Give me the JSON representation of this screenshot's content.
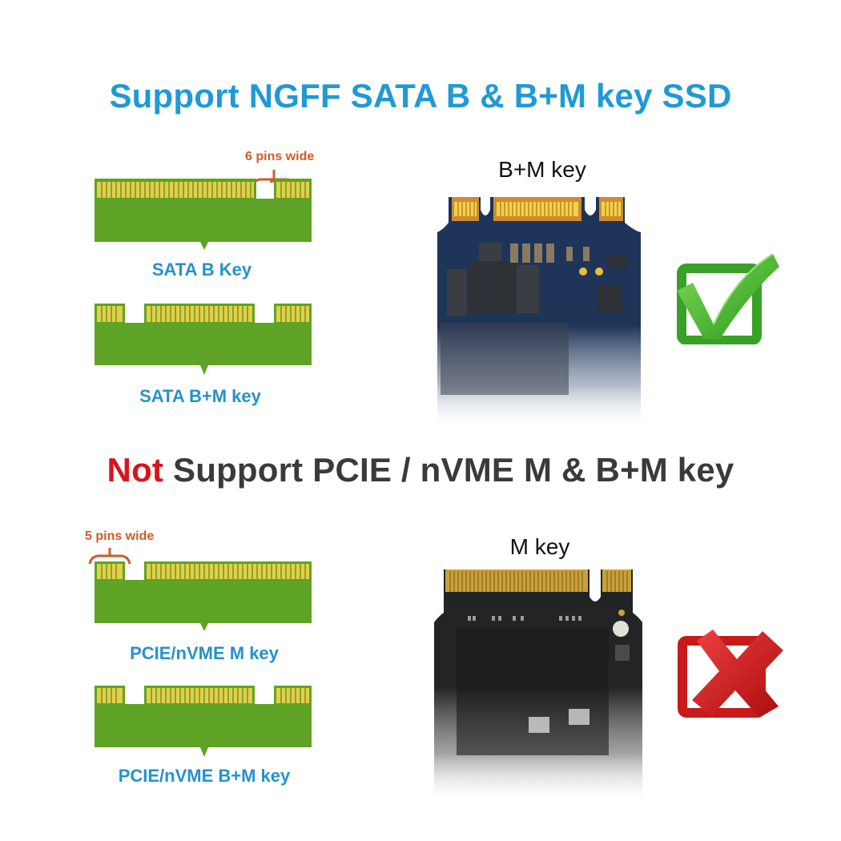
{
  "header": {
    "title": "Support NGFF SATA B & B+M key SSD",
    "title_color": "#1f9ad6"
  },
  "section_supported": {
    "diagrams": [
      {
        "label": "SATA B Key",
        "annotation": "6 pins wide"
      },
      {
        "label": "SATA B+M key"
      }
    ],
    "photo_label": "B+M key",
    "status_icon": "green-check-icon"
  },
  "subheader": {
    "prefix": "Not",
    "prefix_color": "#d8141b",
    "rest": " Support PCIE / nVME M & B+M key",
    "rest_color": "#3a3a3a"
  },
  "section_unsupported": {
    "diagrams": [
      {
        "label": "PCIE/nVME M key",
        "annotation": "5 pins wide"
      },
      {
        "label": "PCIE/nVME B+M key"
      }
    ],
    "photo_label": "M key",
    "status_icon": "red-x-icon"
  },
  "colors": {
    "pcb_green": "#5ea325",
    "pin_gold": "#e2cf4a",
    "annotation_orange": "#d05a2a",
    "caption_blue": "#2492cc"
  }
}
